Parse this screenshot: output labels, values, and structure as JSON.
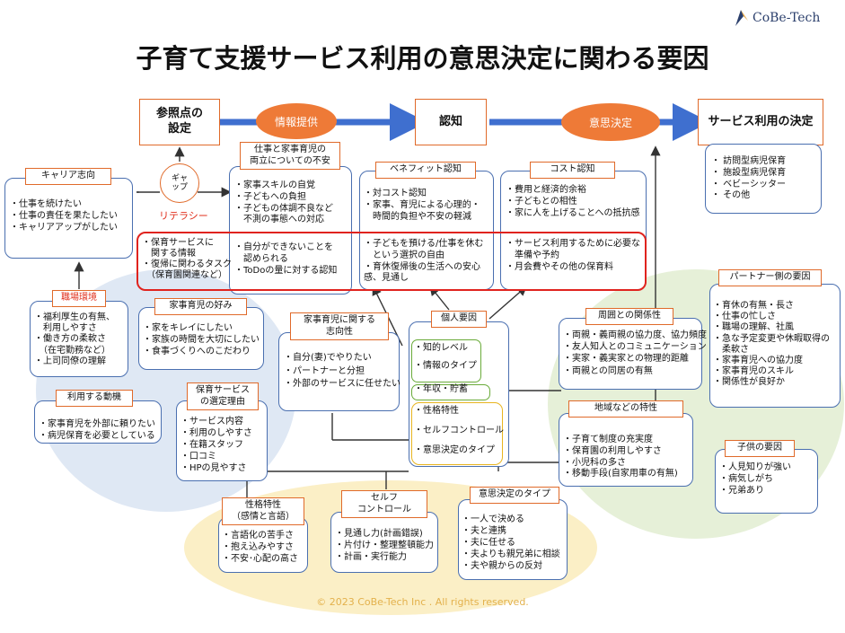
{
  "logo": {
    "text": "CoBe-Tech"
  },
  "title": "子育て支援サービス利用の意思決定に関わる要因",
  "copyright": "© 2023 CoBe-Tech Inc . All rights reserved.",
  "flow": {
    "ref_point": "参照点の\n設定",
    "info": "情報提供",
    "cognition": "認知",
    "decision": "意思決定",
    "service_decision": "サービス利用の決定"
  },
  "gap": "ギャ\nップ",
  "literacy": "リテラシー",
  "career": {
    "label": "キャリア志向",
    "items": [
      "・仕事を続けたい",
      "・仕事の責任を果たしたい",
      "・キャリアアップがしたい"
    ]
  },
  "worklife": {
    "label": "仕事と家事育児の\n両立についての不安",
    "items_top": [
      "・家事スキルの自覚",
      "・子どもへの負担",
      "・子どもの体調不良など\n　不測の事態への対応"
    ],
    "items_bottom": [
      "・自分ができないことを\n　認められる",
      "・ToDoの量に対する認知"
    ]
  },
  "benefit": {
    "label": "ベネフィット認知",
    "items_top": [
      "・対コスト認知",
      "・家事、育児による心理的・\n　時間的負担や不安の軽減"
    ],
    "items_bottom": [
      "・子どもを預ける/仕事を休む\n　という選択の自由",
      "・育休復帰後の生活への安心\n感、見通し"
    ]
  },
  "cost": {
    "label": "コスト認知",
    "items_top": [
      "・費用と経済的余裕",
      "・子どもとの相性",
      "・家に人を上げることへの抵抗感"
    ],
    "items_bottom": [
      "・サービス利用するために必要な\n　準備や予約",
      "・月会費やその他の保育料"
    ]
  },
  "info_items": [
    "・保育サービスに\n　関する情報",
    "・復帰に関わるタスク\n　（保育園関連など）"
  ],
  "services": {
    "items": [
      "・ 訪問型病児保育",
      "・ 施設型病児保育",
      "・ ベビーシッター",
      "・ その他"
    ]
  },
  "workplace": {
    "label": "職場環境",
    "items": [
      "・福利厚生の有無、\n　利用しやすさ",
      "・働き方の柔軟さ\n　（在宅勤務など）",
      "・上司同僚の理解"
    ]
  },
  "housework_pref": {
    "label": "家事育児の好み",
    "items": [
      "・家をキレイにしたい",
      "・家族の時間を大切にしたい",
      "・食事づくりへのこだわり"
    ]
  },
  "housework_attitude": {
    "label": "家事育児に関する\n志向性",
    "items": [
      "・自分(妻)でやりたい",
      "・パートナーと分担",
      "・外部のサービスに任せたい"
    ]
  },
  "personal": {
    "label": "個人要因",
    "items": [
      "・知的レベル",
      "・情報のタイプ",
      "・年収・貯蓄",
      "・性格特性",
      "・セルフコントロール",
      "・意思決定のタイプ"
    ]
  },
  "surroundings": {
    "label": "周囲との関係性",
    "items": [
      "・両親・義両親の協力度、協力頻度",
      "・友人知人とのコミュニケーション",
      "・実家・義実家との物理的距離",
      "・両親との同居の有無"
    ]
  },
  "partner": {
    "label": "パートナー側の要因",
    "items": [
      "・育休の有無・長さ",
      "・仕事の忙しさ",
      "・職場の理解、社風",
      "・急な予定変更や休暇取得の\n　柔軟さ",
      "・家事育児への協力度",
      "・家事育児のスキル",
      "・関係性が良好か"
    ]
  },
  "motive": {
    "label": "利用する動機",
    "items": [
      "・家事育児を外部に頼りたい",
      "・病児保育を必要としている"
    ]
  },
  "selection": {
    "label": "保育サービス\nの選定理由",
    "items": [
      "・サービス内容",
      "・利用のしやすさ",
      "・在籍スタッフ",
      "・口コミ",
      "・HPの見やすさ"
    ]
  },
  "region": {
    "label": "地域などの特性",
    "items": [
      "・子育て制度の充実度",
      "・保育園の利用しやすさ",
      "・小児科の多さ",
      "・移動手段(自家用車の有無)"
    ]
  },
  "child": {
    "label": "子供の要因",
    "items": [
      "・人見知りが強い",
      "・病気しがち",
      "・兄弟あり"
    ]
  },
  "personality": {
    "label": "性格特性\n（感情と言語）",
    "items": [
      "・言語化の苦手さ",
      "・抱え込みやすさ",
      "・不安･心配の高さ"
    ]
  },
  "selfcontrol": {
    "label": "セルフ\nコントロール",
    "items": [
      "・見通し力(計画錯誤)",
      "・片付け・整理整頓能力",
      "・計画・実行能力"
    ]
  },
  "decision_type": {
    "label": "意思決定のタイプ",
    "items": [
      "・一人で決める",
      "・夫と連携",
      "・夫に任せる",
      "・夫よりも親兄弟に相談",
      "・夫や親からの反対"
    ]
  },
  "colors": {
    "accent_orange": "#ee7a37",
    "blue_border": "#4a6fb0",
    "red_highlight": "#e0231e",
    "arrow_blue": "#3f6fcf"
  }
}
